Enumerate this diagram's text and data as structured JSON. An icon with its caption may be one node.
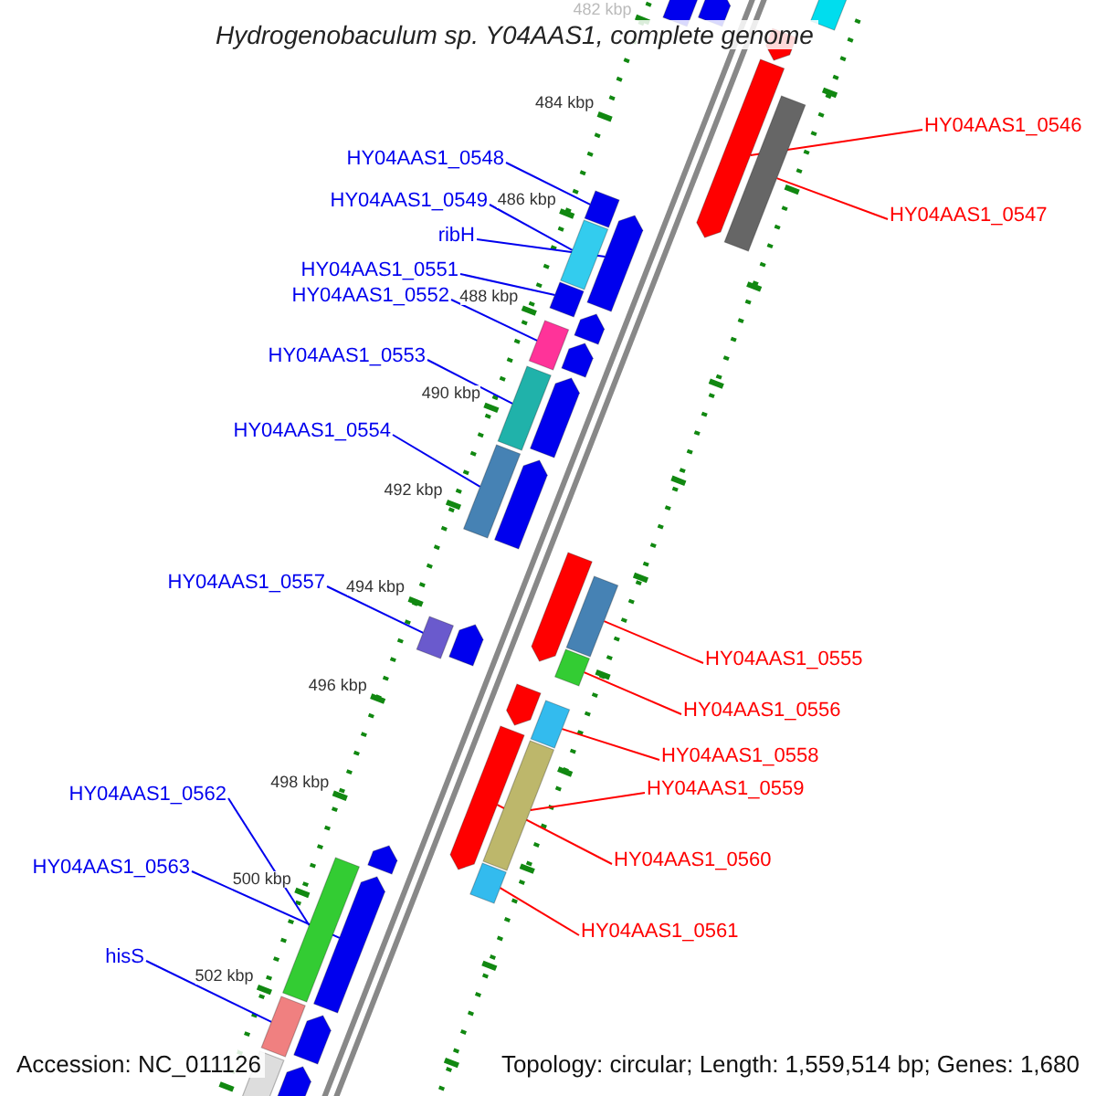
{
  "diagram": {
    "title": "Hydrogenobaculum sp. Y04AAS1, complete genome",
    "nodes": [
      {
        "text": [
          "HY04AAS1_0546"
        ]
      },
      {
        "text": [],
        "shape": "arrow"
      },
      {
        "text": [
          "HY04AAS1_0548"
        ]
      },
      {
        "text": [],
        "shape": "bar"
      },
      {
        "text": [
          "HY04AAS1_0549"
        ]
      },
      {
        "text": [],
        "shape": "bar"
      },
      {
        "text": [
          "HY04AAS1_0547"
        ]
      },
      {
        "text": [],
        "shape": "bar"
      },
      {
        "text": [
          "ribH"
        ]
      },
      {
        "text": [],
        "shape": "arrow"
      },
      {
        "text": [
          "HY04AAS1_0551"
        ]
      },
      {
        "text": [],
        "shape": "bar"
      },
      {
        "text": [
          "HY04AAS1_0552"
        ]
      },
      {
        "text": [],
        "shape": "bar"
      },
      {
        "text": [
          "HY04AAS1_0553"
        ]
      },
      {
        "text": [],
        "shape": "bar"
      },
      {
        "text": [
          "HY04AAS1_0554"
        ]
      },
      {
        "text": [],
        "shape": "bar"
      },
      {
        "text": [
          "HY04AAS1_0557"
        ]
      },
      {
        "text": [],
        "shape": "bar"
      },
      {
        "text": [
          "HY04AAS1_0555"
        ]
      },
      {
        "text": [],
        "shape": "bar"
      },
      {
        "text": [
          "HY04AAS1_0556"
        ]
      },
      {
        "text": [],
        "shape": "bar"
      },
      {
        "text": [
          "HY04AAS1_0558"
        ]
      },
      {
        "text": [],
        "shape": "bar"
      },
      {
        "text": [
          "HY04AAS1_0559"
        ]
      },
      {
        "text": [],
        "shape": "bar"
      },
      {
        "text": [
          "HY04AAS1_0562"
        ]
      },
      {
        "text": [],
        "shape": "bar"
      },
      {
        "text": [
          "HY04AAS1_0560"
        ]
      },
      {
        "text": [],
        "shape": "arrow"
      },
      {
        "text": [
          "HY04AAS1_0563"
        ]
      },
      {
        "text": [],
        "shape": "arrow"
      },
      {
        "text": [
          "HY04AAS1_0561"
        ]
      },
      {
        "text": [],
        "shape": "bar"
      },
      {
        "text": [
          "hisS"
        ]
      },
      {
        "text": [],
        "shape": "bar"
      }
    ],
    "edges": [
      {
        "from": 0,
        "to": 1,
        "arrow": "none",
        "color": "#ff0000"
      },
      {
        "from": 2,
        "to": 3,
        "arrow": "none"
      },
      {
        "from": 4,
        "to": 5,
        "arrow": "none"
      },
      {
        "from": 6,
        "to": 7,
        "arrow": "none",
        "color": "#ff0000"
      },
      {
        "from": 8,
        "to": 9,
        "arrow": "none"
      },
      {
        "from": 10,
        "to": 11,
        "arrow": "none"
      },
      {
        "from": 12,
        "to": 13,
        "arrow": "none"
      },
      {
        "from": 14,
        "to": 15,
        "arrow": "none"
      },
      {
        "from": 16,
        "to": 17,
        "arrow": "none"
      },
      {
        "from": 18,
        "to": 19,
        "arrow": "none"
      },
      {
        "from": 20,
        "to": 21,
        "arrow": "none",
        "color": "#ff0000"
      },
      {
        "from": 22,
        "to": 23,
        "arrow": "none",
        "color": "#ff0000"
      },
      {
        "from": 24,
        "to": 25,
        "arrow": "none",
        "color": "#ff0000"
      },
      {
        "from": 26,
        "to": 27,
        "arrow": "none",
        "color": "#ff0000"
      },
      {
        "from": 28,
        "to": 29,
        "arrow": "none"
      },
      {
        "from": 30,
        "to": 31,
        "arrow": "none",
        "color": "#ff0000"
      },
      {
        "from": 32,
        "to": 33,
        "arrow": "none"
      },
      {
        "from": 34,
        "to": 35,
        "arrow": "none",
        "color": "#ff0000"
      },
      {
        "from": 36,
        "to": 37,
        "arrow": "none"
      }
    ],
    "labels": [
      "482 kbp",
      "484 kbp",
      "486 kbp",
      "488 kbp",
      "490 kbp",
      "492 kbp",
      "494 kbp",
      "496 kbp",
      "498 kbp",
      "500 kbp",
      "502 kbp",
      "Accession: NC_011126",
      "Topology: circular; Length: 1,559,514 bp; Genes: 1,680"
    ]
  }
}
